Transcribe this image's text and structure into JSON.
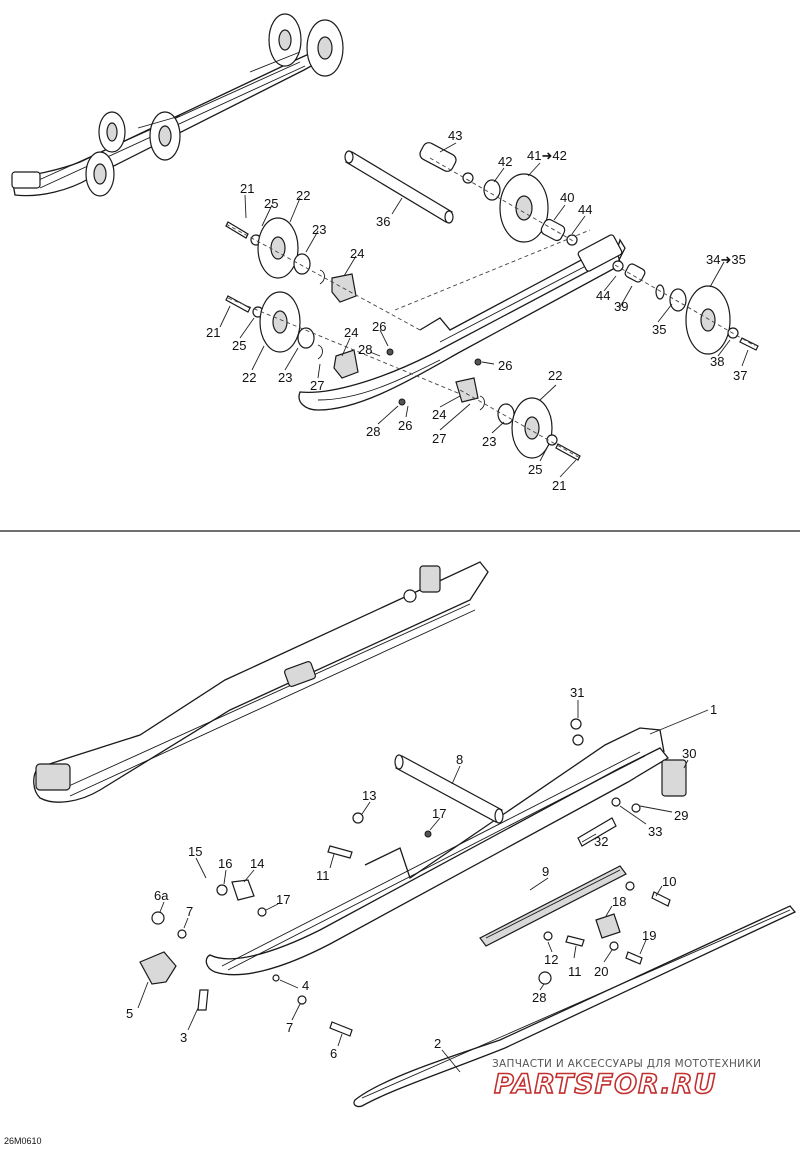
{
  "diagram": {
    "type": "exploded parts diagram",
    "reference_code": "26M0610",
    "watermark": {
      "tagline": "ЗАПЧАСТИ И АКСЕССУАРЫ ДЛЯ МОТОТЕХНИКИ",
      "logo": "PARTSFOR.RU"
    },
    "callouts": {
      "c43": "43",
      "c42": "42",
      "c41_42": "41➜42",
      "c40": "40",
      "c44a": "44",
      "c44b": "44",
      "c36": "36",
      "c34_35": "34➜35",
      "c39": "39",
      "c35": "35",
      "c38": "38",
      "c37": "37",
      "c21a": "21",
      "c25a": "25",
      "c22a": "22",
      "c23a": "23",
      "c24a": "24",
      "c21b": "21",
      "c25b": "25",
      "c22b": "22",
      "c23b": "23",
      "c27a": "27",
      "c24b": "24",
      "c26a": "26",
      "c28a": "28",
      "c26b": "26",
      "c22c": "22",
      "c24c": "24",
      "c27b": "27",
      "c23c": "23",
      "c28b": "28",
      "c26c": "26",
      "c25c": "25",
      "c21c": "21",
      "c1": "1",
      "c31": "31",
      "c30": "30",
      "c29": "29",
      "c33": "33",
      "c32": "32",
      "c8": "8",
      "c13": "13",
      "c17a": "17",
      "c11a": "11",
      "c15": "15",
      "c16": "16",
      "c14": "14",
      "c17b": "17",
      "c6a": "6a",
      "c7a": "7",
      "c5": "5",
      "c3": "3",
      "c4": "4",
      "c7b": "7",
      "c6": "6",
      "c9": "9",
      "c10": "10",
      "c18": "18",
      "c12": "12",
      "c11b": "11",
      "c19": "19",
      "c20": "20",
      "c28c": "28",
      "c2": "2"
    }
  }
}
